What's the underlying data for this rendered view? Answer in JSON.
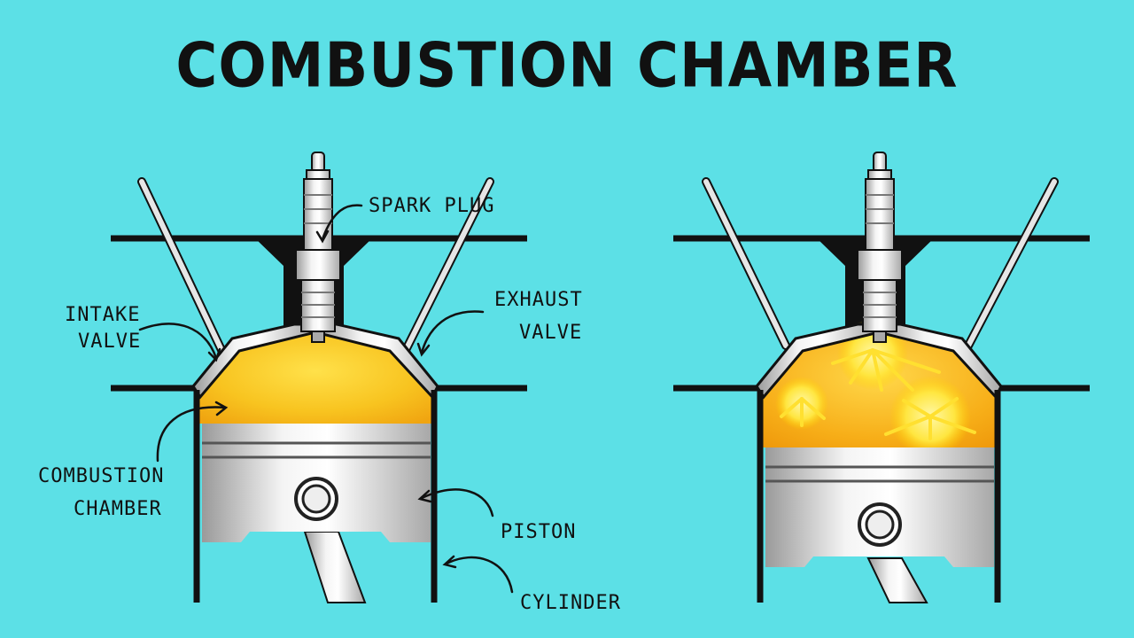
{
  "title": "COMBUSTION CHAMBER",
  "labels": {
    "spark_plug": "SPARK PLUG",
    "intake_valve_1": "INTAKE",
    "intake_valve_2": "VALVE",
    "exhaust_valve_1": "EXHAUST",
    "exhaust_valve_2": "VALVE",
    "combustion_chamber_1": "COMBUSTION",
    "combustion_chamber_2": "CHAMBER",
    "piston": "PISTON",
    "cylinder": "CYLINDER"
  },
  "colors": {
    "background": "#5ce0e6",
    "fuel_mixture": "#f5c21a",
    "burning_mixture": "#f6a80c",
    "outline": "#111111",
    "metal": "#d9d9d9"
  }
}
